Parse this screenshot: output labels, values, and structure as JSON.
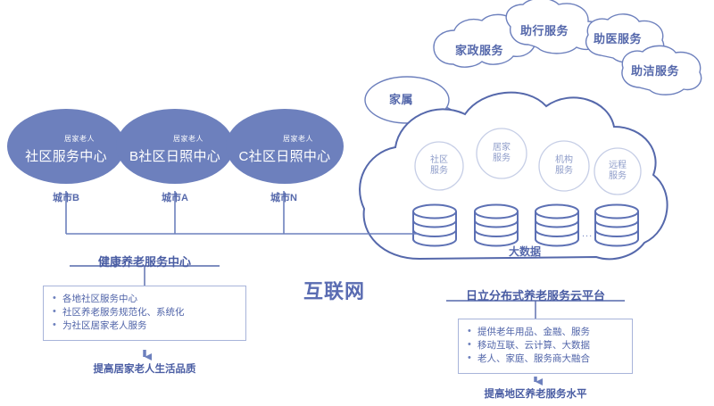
{
  "diagram": {
    "title": "互联网",
    "network_label": "互联网",
    "colors": {
      "ellipse_fill": "#6d80bd",
      "outline": "#5568ab",
      "light_outline": "#b9c3e0",
      "text": "#4a5da3",
      "panel_border": "#a8b4da"
    }
  },
  "cities": [
    {
      "icon": "house-icon",
      "badge": "居家老人",
      "title": "社区服务中心",
      "label": "城市B"
    },
    {
      "icon": "house-icon",
      "badge": "居家老人",
      "title": "B社区日照中心",
      "label": "城市A"
    },
    {
      "icon": "house-icon",
      "badge": "居家老人",
      "title": "C社区日照中心",
      "label": "城市N"
    }
  ],
  "cloud": {
    "bubbles": [
      {
        "label": "家政服务"
      },
      {
        "label": "助行服务"
      },
      {
        "label": "助医服务"
      },
      {
        "label": "助洁服务"
      },
      {
        "label": "家属"
      }
    ],
    "services": [
      {
        "line1": "社区",
        "line2": "服务"
      },
      {
        "line1": "居家",
        "line2": "服务"
      },
      {
        "line1": "机构",
        "line2": "服务"
      },
      {
        "line1": "远程",
        "line2": "服务"
      }
    ],
    "database_label": "大数据",
    "database_count": 4,
    "ellipsis": "..."
  },
  "left_panel": {
    "title": "健康养老服务中心",
    "bullets": [
      "各地社区服务中心",
      "社区养老服务规范化、系统化",
      "为社区居家老人服务"
    ],
    "outcome": "提高居家老人生活品质"
  },
  "right_panel": {
    "title": "日立分布式养老服务云平台",
    "bullets": [
      "提供老年用品、金融、服务",
      "移动互联、云计算、大数据",
      "老人、家庭、服务商大融合"
    ],
    "outcome": "提高地区养老服务水平"
  }
}
